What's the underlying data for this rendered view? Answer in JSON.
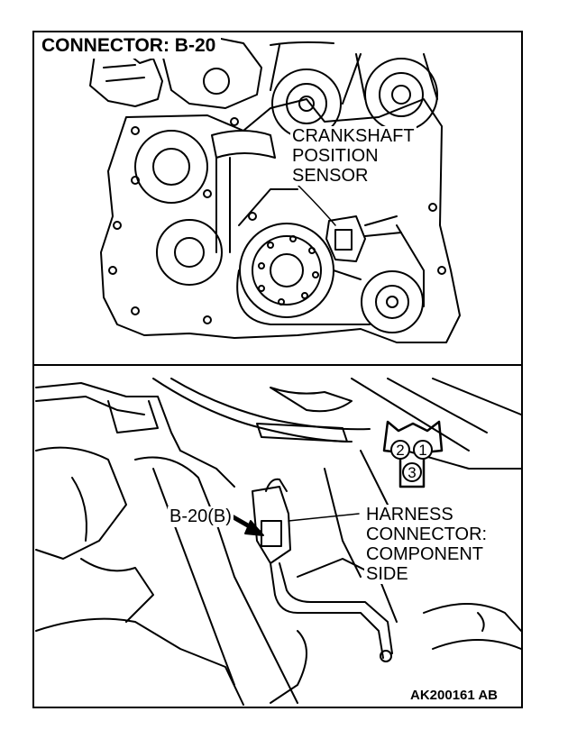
{
  "title": "CONNECTOR: B-20",
  "sensor_label": {
    "lines": [
      "CRANKSHAFT",
      "POSITION",
      "SENSOR"
    ]
  },
  "connector_reference": "B-20(B)",
  "harness_label": {
    "lines": [
      "HARNESS",
      "CONNECTOR:",
      "COMPONENT",
      "SIDE"
    ]
  },
  "connector_pins": {
    "top_left": "2",
    "top_right": "1",
    "bottom": "3"
  },
  "figure_code": "AK200161 AB",
  "icons": [
    "arrow-icon"
  ]
}
